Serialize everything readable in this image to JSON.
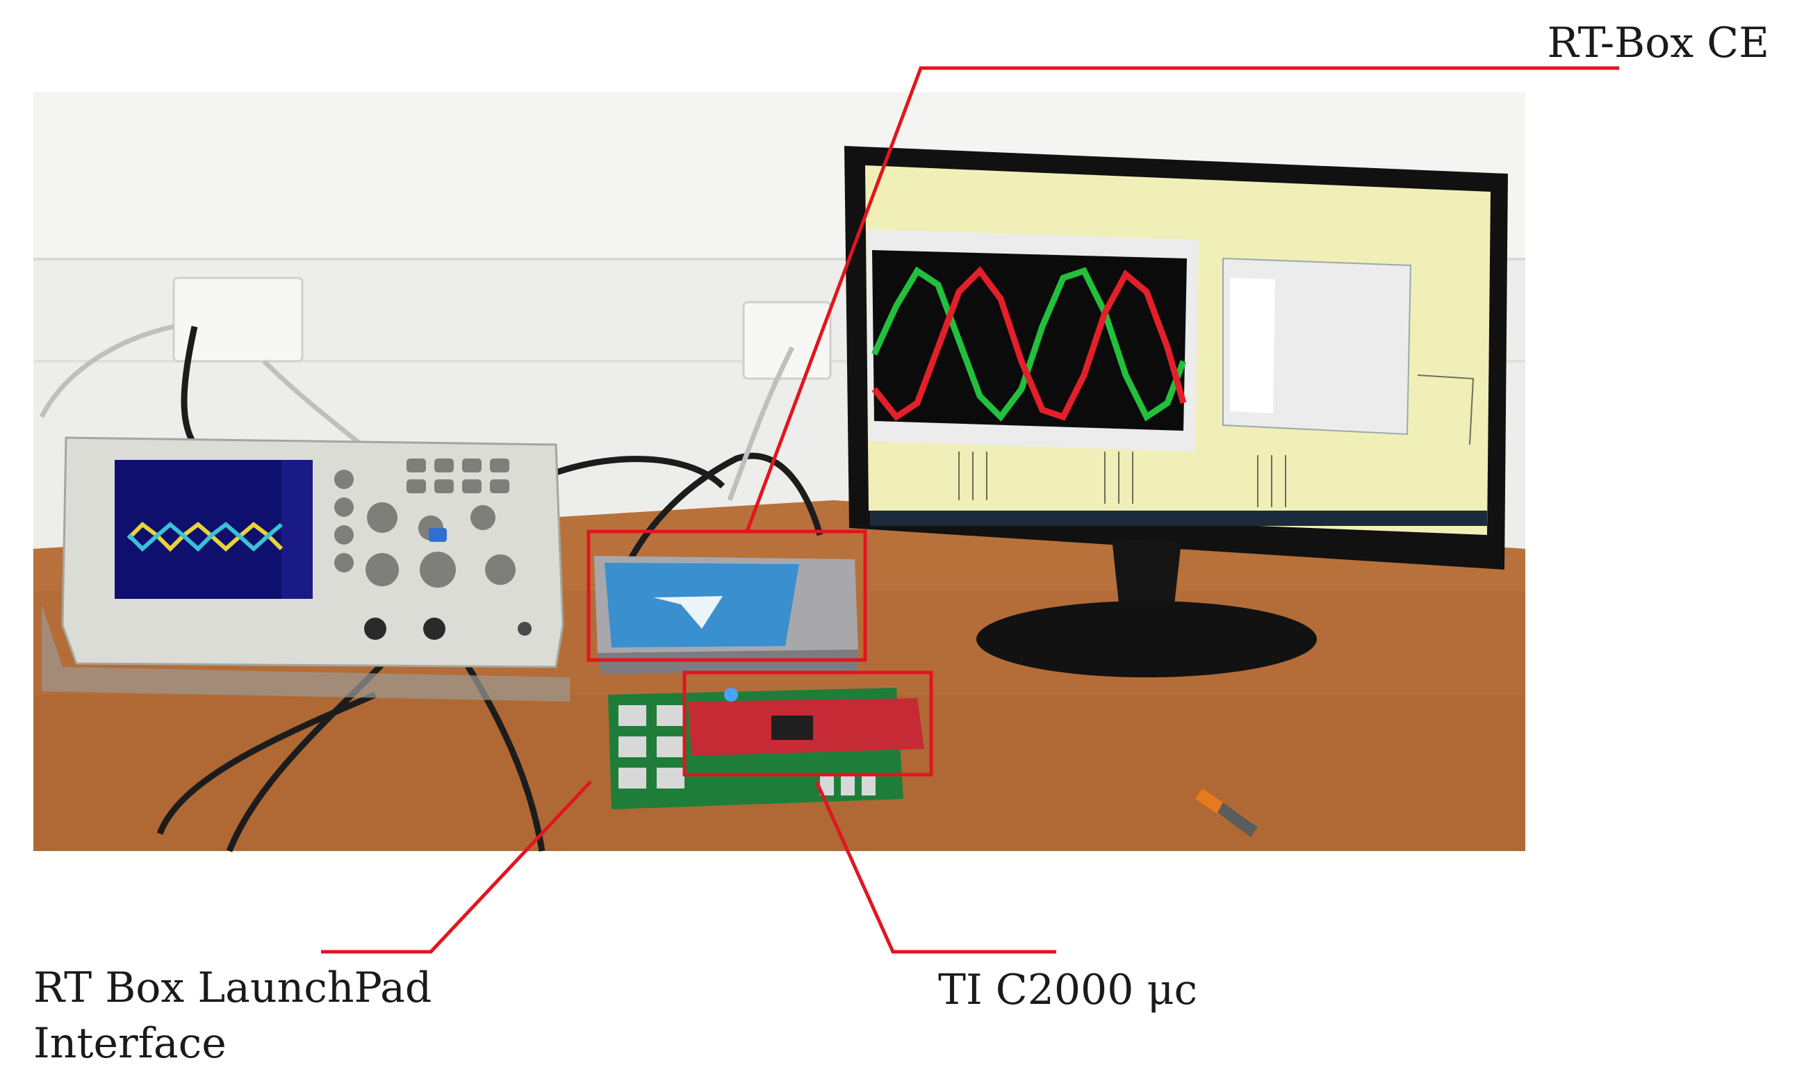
{
  "labels": {
    "rtbox_ce": "RT-Box CE",
    "launchpad_line1": "RT Box LaunchPad",
    "launchpad_line2": "Interface",
    "ti_c2000": "TI C2000 μc"
  },
  "colors": {
    "callout": "#e0161f",
    "wall": "#ececec",
    "desk": "#b5703a",
    "scope_trace_yellow": "#e8d33a",
    "scope_trace_cyan": "#39c2d6",
    "monitor_wave_red": "#e3202a",
    "monitor_wave_green": "#22c03c",
    "screen_bg": "#f1efb8"
  }
}
